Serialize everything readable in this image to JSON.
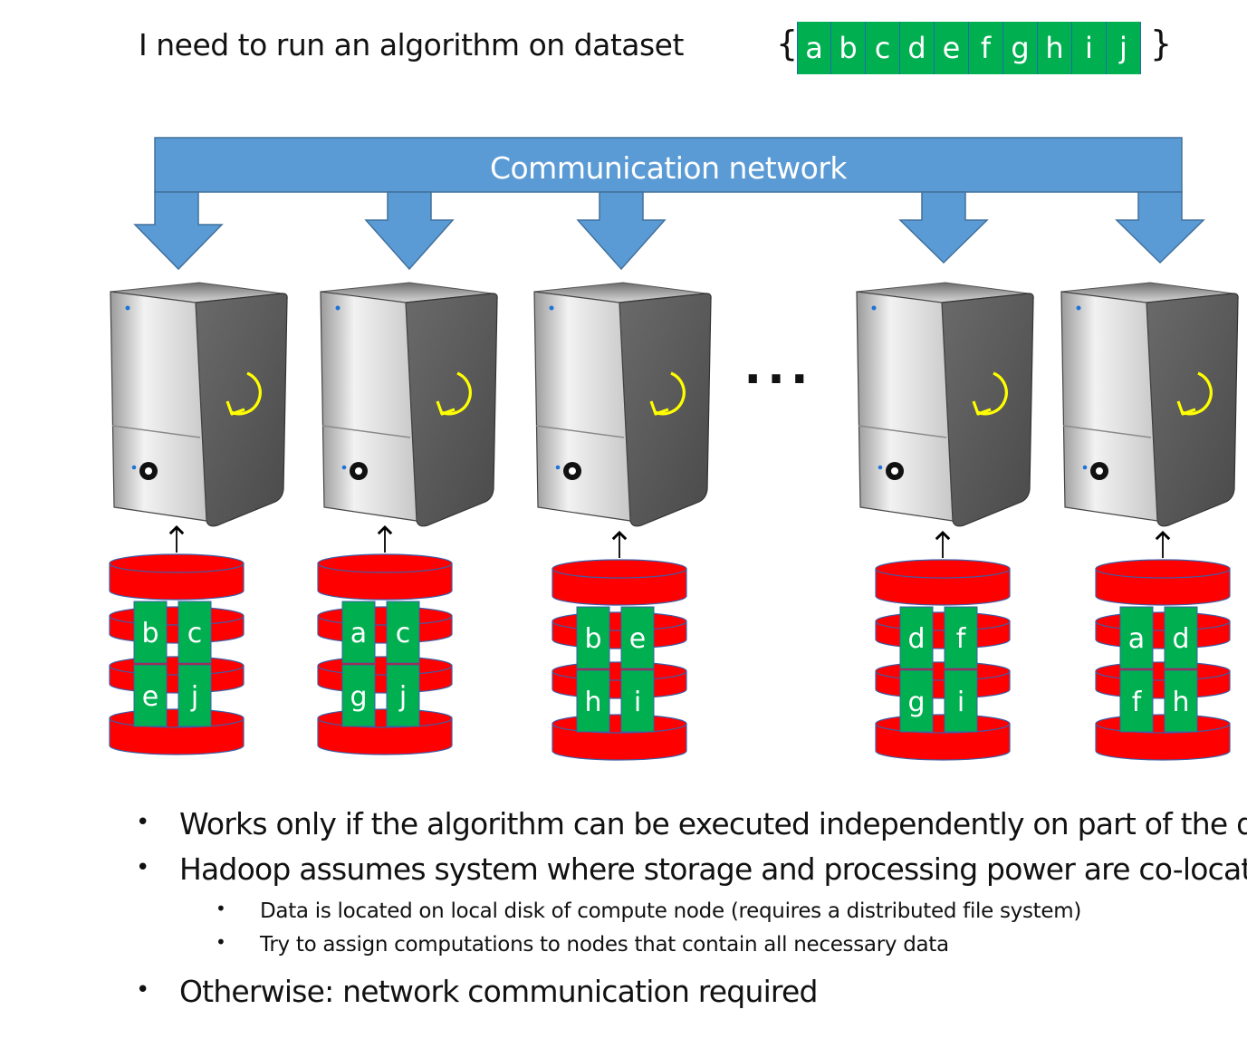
{
  "title": "I need to run an algorithm on dataset",
  "dataset": {
    "open_brace": "{",
    "close_brace": "}",
    "items": [
      "a",
      "b",
      "c",
      "d",
      "e",
      "f",
      "g",
      "h",
      "i",
      "j"
    ]
  },
  "network_label": "Communication network",
  "ellipsis": "...",
  "nodes": [
    {
      "blocks": [
        "b",
        "c",
        "e",
        "j"
      ]
    },
    {
      "blocks": [
        "a",
        "c",
        "g",
        "j"
      ]
    },
    {
      "blocks": [
        "b",
        "e",
        "h",
        "i"
      ]
    },
    {
      "blocks": [
        "d",
        "f",
        "g",
        "i"
      ]
    },
    {
      "blocks": [
        "a",
        "d",
        "f",
        "h"
      ]
    }
  ],
  "bullets": [
    {
      "level": 1,
      "text": "Works only if the algorithm can be executed independently on part of the data"
    },
    {
      "level": 1,
      "text": "Hadoop assumes system where storage and processing power are co-located"
    },
    {
      "level": 2,
      "text": "Data is located on local disk of compute node (requires a distributed file system)"
    },
    {
      "level": 2,
      "text": "Try to assign computations to nodes that contain all necessary data"
    },
    {
      "level": 1,
      "text": "Otherwise: network communication required"
    }
  ],
  "colors": {
    "network": "#5b9bd5",
    "disk": "#ff0000",
    "block": "#00b050",
    "refresh": "#ffff00"
  }
}
